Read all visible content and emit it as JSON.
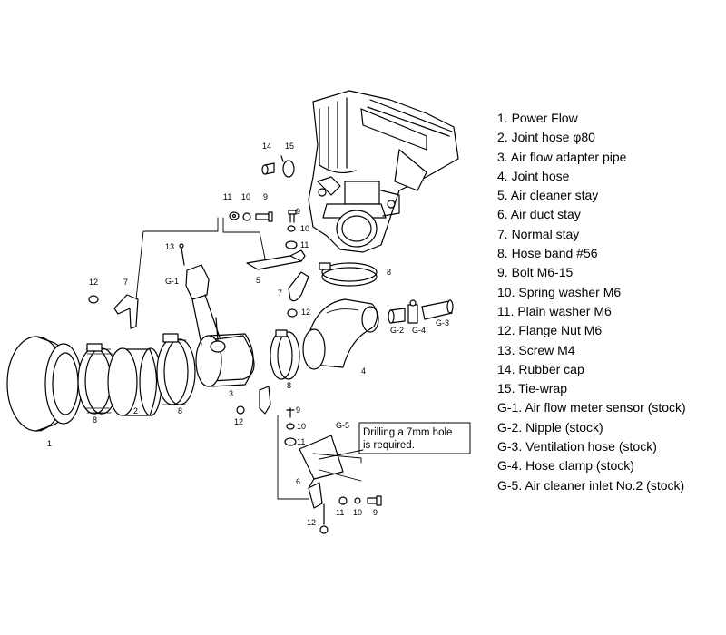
{
  "legend": [
    "1. Power Flow",
    "2. Joint hose φ80",
    "3. Air flow adapter pipe",
    "4. Joint hose",
    "5. Air cleaner stay",
    "6. Air duct stay",
    "7. Normal stay",
    "8. Hose band #56",
    "9. Bolt M6-15",
    "10. Spring washer M6",
    "11. Plain washer M6",
    "12. Flange Nut M6",
    "13. Screw M4",
    "14. Rubber cap",
    "15. Tie-wrap",
    "G-1. Air flow meter sensor (stock)",
    "G-2. Nipple (stock)",
    "G-3. Ventilation hose (stock)",
    "G-4. Hose clamp (stock)",
    "G-5. Air cleaner inlet No.2 (stock)"
  ],
  "note": {
    "line1": "Drilling a 7mm hole",
    "line2": "is required."
  },
  "labels": {
    "n1": "1",
    "n2": "2",
    "n3": "3",
    "n4": "4",
    "n5": "5",
    "n6": "6",
    "n7": "7",
    "n8": "8",
    "n9": "9",
    "n10": "10",
    "n11": "11",
    "n12": "12",
    "n13": "13",
    "n14": "14",
    "n15": "15",
    "g1": "G-1",
    "g2": "G-2",
    "g3": "G-3",
    "g4": "G-4",
    "g5": "G-5"
  }
}
